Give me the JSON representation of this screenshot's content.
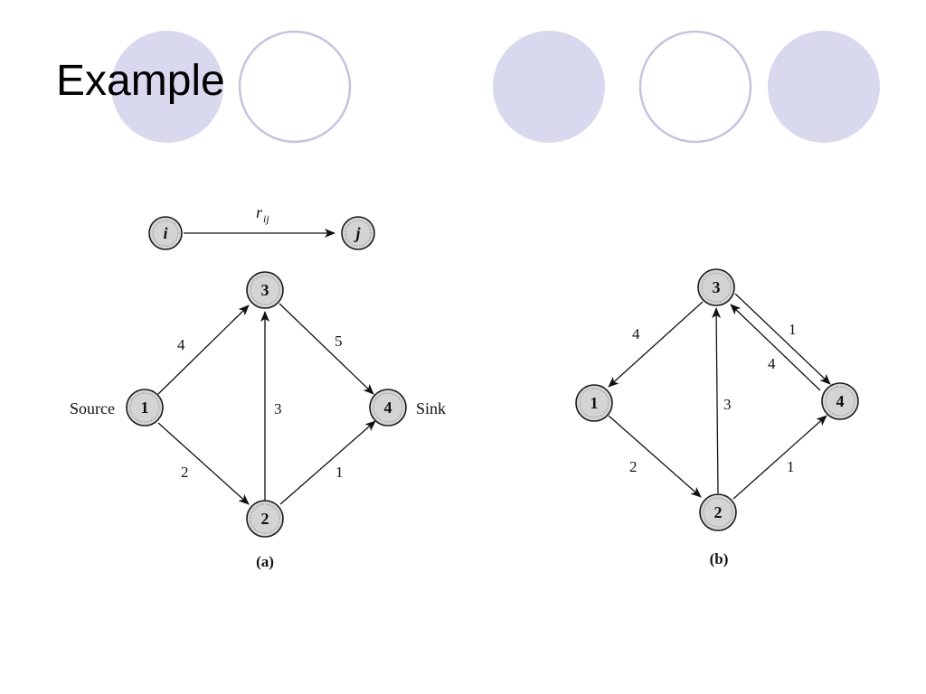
{
  "slide": {
    "title": "Example",
    "colors": {
      "circle_filled": "#d8d8ee",
      "circle_outline": "#c4c4e0",
      "node_fill": "#d4d4d4",
      "ink": "#111111"
    }
  },
  "legend": {
    "from_node": "i",
    "to_node": "j",
    "edge_label": "r",
    "edge_label_sub": "ij"
  },
  "diagram_a": {
    "caption": "(a)",
    "source_label": "Source",
    "sink_label": "Sink",
    "nodes": [
      "1",
      "2",
      "3",
      "4"
    ],
    "edges": [
      {
        "from": "1",
        "to": "3",
        "capacity": "4"
      },
      {
        "from": "1",
        "to": "2",
        "capacity": "2"
      },
      {
        "from": "2",
        "to": "3",
        "capacity": "3"
      },
      {
        "from": "3",
        "to": "4",
        "capacity": "5"
      },
      {
        "from": "2",
        "to": "4",
        "capacity": "1"
      }
    ]
  },
  "diagram_b": {
    "caption": "(b)",
    "nodes": [
      "1",
      "2",
      "3",
      "4"
    ],
    "edges": [
      {
        "from": "3",
        "to": "1",
        "capacity": "4"
      },
      {
        "from": "1",
        "to": "2",
        "capacity": "2"
      },
      {
        "from": "2",
        "to": "3",
        "capacity": "3"
      },
      {
        "from": "3",
        "to": "4",
        "capacity": "1"
      },
      {
        "from": "4",
        "to": "3",
        "capacity": "4"
      },
      {
        "from": "2",
        "to": "4",
        "capacity": "1"
      }
    ]
  }
}
